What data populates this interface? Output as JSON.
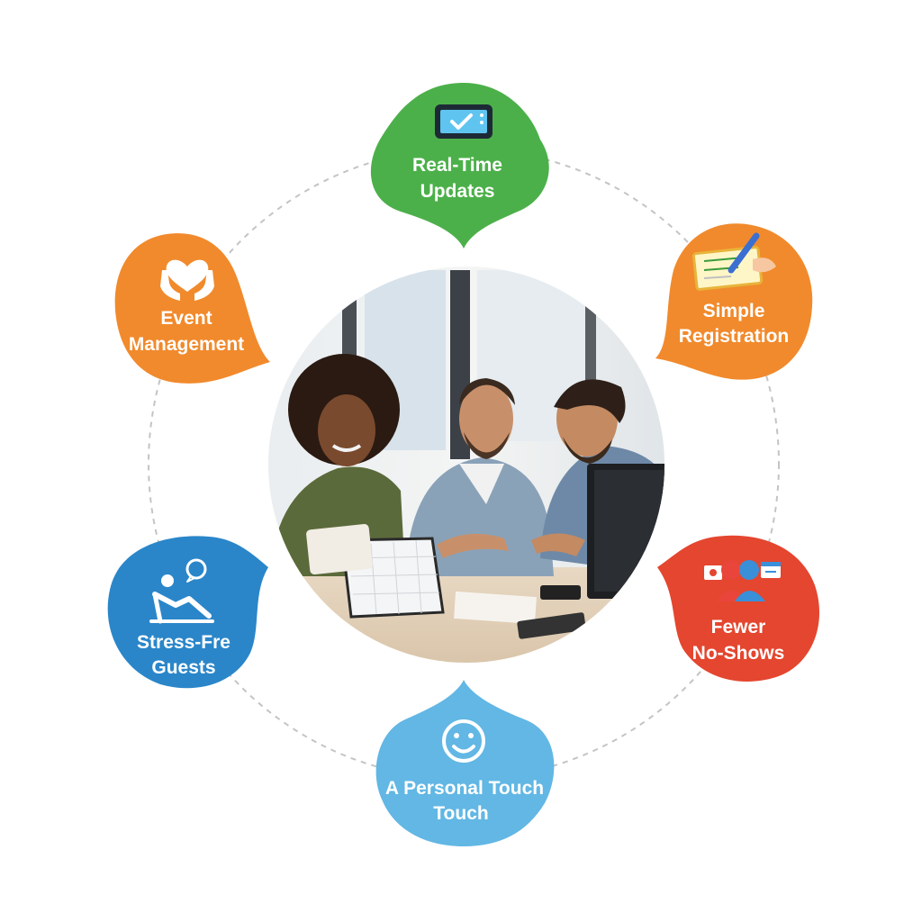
{
  "colors": {
    "green": "#4cb04a",
    "orange": "#f18a2c",
    "red": "#e4462f",
    "blue": "#2a86c9",
    "lightblue": "#62b7e4",
    "ring": "#c4c4c4"
  },
  "nodes": {
    "realtime": {
      "line1": "Real-Time",
      "line2": "Updates",
      "icon": "tablet-check-icon"
    },
    "registration": {
      "line1": "Simple",
      "line2": "Registration",
      "icon": "form-pen-icon"
    },
    "noshows": {
      "line1": "Fewer",
      "line2": "No-Shows",
      "icon": "people-calendar-icon"
    },
    "personal": {
      "line1": "A Personal Touch",
      "line2": "Touch",
      "icon": "smiley-icon"
    },
    "stressfree": {
      "line1": "Stress-Fre",
      "line2": "Guests",
      "icon": "relaxing-person-icon"
    },
    "event": {
      "line1": "Event",
      "line2": "Management",
      "icon": "heart-hands-icon"
    }
  },
  "center": {
    "photo": "team-meeting-photo"
  }
}
